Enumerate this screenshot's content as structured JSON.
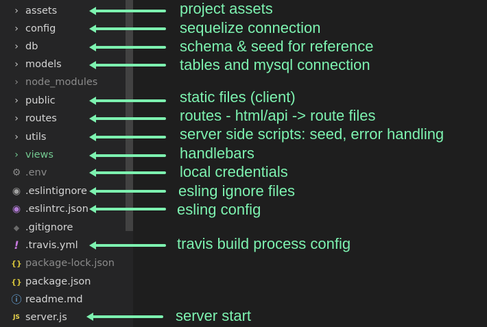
{
  "explorer": {
    "items": [
      {
        "label": "assets",
        "icon": "chevron-right",
        "glyph": "›",
        "style": "normal"
      },
      {
        "label": "config",
        "icon": "chevron-right",
        "glyph": "›",
        "style": "normal"
      },
      {
        "label": "db",
        "icon": "chevron-right",
        "glyph": "›",
        "style": "normal"
      },
      {
        "label": "models",
        "icon": "chevron-right",
        "glyph": "›",
        "style": "normal"
      },
      {
        "label": "node_modules",
        "icon": "chevron-right",
        "glyph": "›",
        "style": "dim"
      },
      {
        "label": "public",
        "icon": "chevron-right",
        "glyph": "›",
        "style": "normal"
      },
      {
        "label": "routes",
        "icon": "chevron-right",
        "glyph": "›",
        "style": "normal"
      },
      {
        "label": "utils",
        "icon": "chevron-right",
        "glyph": "›",
        "style": "normal"
      },
      {
        "label": "views",
        "icon": "chevron-right",
        "glyph": "›",
        "style": "teal"
      },
      {
        "label": ".env",
        "icon": "gear",
        "glyph": "⚙",
        "style": "dim"
      },
      {
        "label": ".eslintignore",
        "icon": "eslint-circle",
        "glyph": "◉",
        "style": "normal"
      },
      {
        "label": ".eslintrc.json",
        "icon": "eslint-purple",
        "glyph": "◉",
        "style": "normal"
      },
      {
        "label": ".gitignore",
        "icon": "git-diamond",
        "glyph": "◆",
        "style": "normal"
      },
      {
        "label": ".travis.yml",
        "icon": "exclamation",
        "glyph": "!",
        "style": "normal"
      },
      {
        "label": "package-lock.json",
        "icon": "json-braces",
        "glyph": "{}",
        "style": "dim"
      },
      {
        "label": "package.json",
        "icon": "json-braces",
        "glyph": "{}",
        "style": "normal"
      },
      {
        "label": "readme.md",
        "icon": "info",
        "glyph": "ⓘ",
        "style": "normal"
      },
      {
        "label": "server.js",
        "icon": "js",
        "glyph": "JS",
        "style": "normal"
      }
    ]
  },
  "annotations": {
    "assets": "project assets",
    "config": "sequelize connection",
    "db": "schema & seed for reference",
    "models": "tables and mysql connection",
    "public": "static files (client)",
    "routes": "routes - html/api -> route files",
    "utils": "server side scripts: seed, error handling",
    "views": "handlebars",
    "env": "local credentials",
    "eslintignore": "esling ignore files",
    "eslintrc": "esling config",
    "travis": "travis build process config",
    "server": "server start"
  },
  "colors": {
    "annotation": "#7df2b0",
    "arrow": "#7df2b0",
    "eslint_gray": "#a0a0a0",
    "eslint_purple": "#b07ad4",
    "json_yellow": "#d4c23a",
    "travis_purple": "#c678dd",
    "info_blue": "#75bfff",
    "js_yellow": "#e8d44d",
    "git_gray": "#6b6b6b",
    "gear_gray": "#8b8b8b"
  }
}
